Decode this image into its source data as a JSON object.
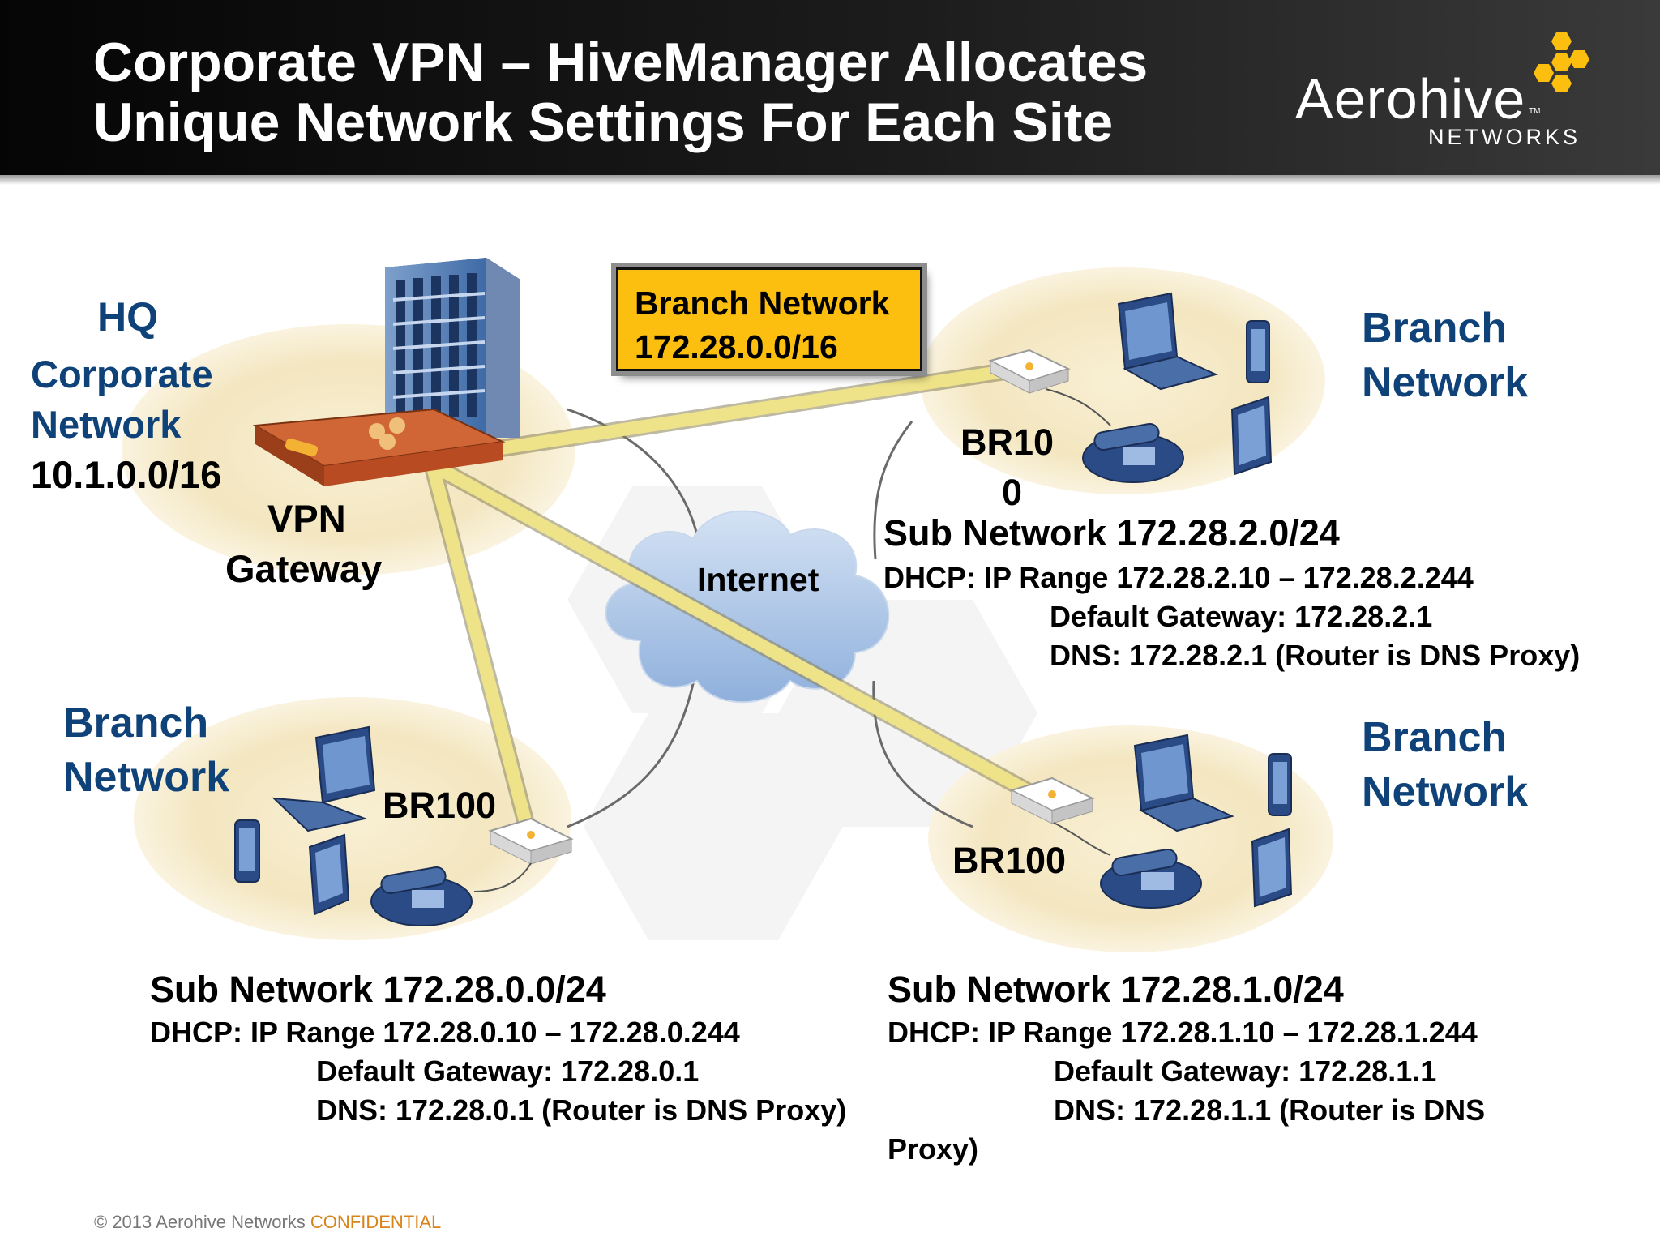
{
  "title": {
    "line1": "Corporate VPN – HiveManager Allocates",
    "line2": "Unique Network Settings For Each Site"
  },
  "logo": {
    "name": "Aerohive",
    "tm": "TM",
    "sub": "NETWORKS",
    "honeycomb_color": "#fcbf10"
  },
  "branch_box": {
    "line1": "Branch Network",
    "line2": "172.28.0.0/16",
    "color": "#fcbf10"
  },
  "hq": {
    "title": "HQ",
    "corporate": "Corporate",
    "network": "Network",
    "subnet": "10.1.0.0/16",
    "gateway_line1": "VPN",
    "gateway_line2": "Gateway"
  },
  "internet_label": "Internet",
  "branches": {
    "top_right": {
      "label_line1": "Branch",
      "label_line2": "Network",
      "router_line1": "BR10",
      "router_line2": "0",
      "sub_network": "Sub Network 172.28.2.0/24",
      "dhcp": "DHCP: IP Range 172.28.2.10 – 172.28.2.244",
      "gateway": "Default Gateway: 172.28.2.1",
      "dns": "DNS: 172.28.2.1 (Router is DNS Proxy)"
    },
    "bottom_left": {
      "label_line1": "Branch",
      "label_line2": "Network",
      "router": "BR100",
      "sub_network": "Sub Network 172.28.0.0/24",
      "dhcp": "DHCP: IP Range 172.28.0.10 – 172.28.0.244",
      "gateway": "Default Gateway: 172.28.0.1",
      "dns": "DNS: 172.28.0.1 (Router is DNS Proxy)"
    },
    "bottom_right": {
      "label_line1": "Branch",
      "label_line2": "Network",
      "router": "BR100",
      "sub_network": "Sub Network 172.28.1.0/24",
      "dhcp": "DHCP: IP Range 172.28.1.10 – 172.28.1.244",
      "gateway": "Default Gateway: 172.28.1.1",
      "dns_line1": "DNS: 172.28.1.1 (Router is DNS",
      "dns_line2": "Proxy)"
    }
  },
  "footer": {
    "copyright": "© 2013 Aerohive Networks",
    "confidential": "CONFIDENTIAL"
  },
  "colors": {
    "label_blue": "#0e4278",
    "site_ellipse": "#f6ebcc",
    "tunnel": "#efe38a",
    "cloud": "#a9c4e6",
    "gateway": "#c4572b"
  }
}
